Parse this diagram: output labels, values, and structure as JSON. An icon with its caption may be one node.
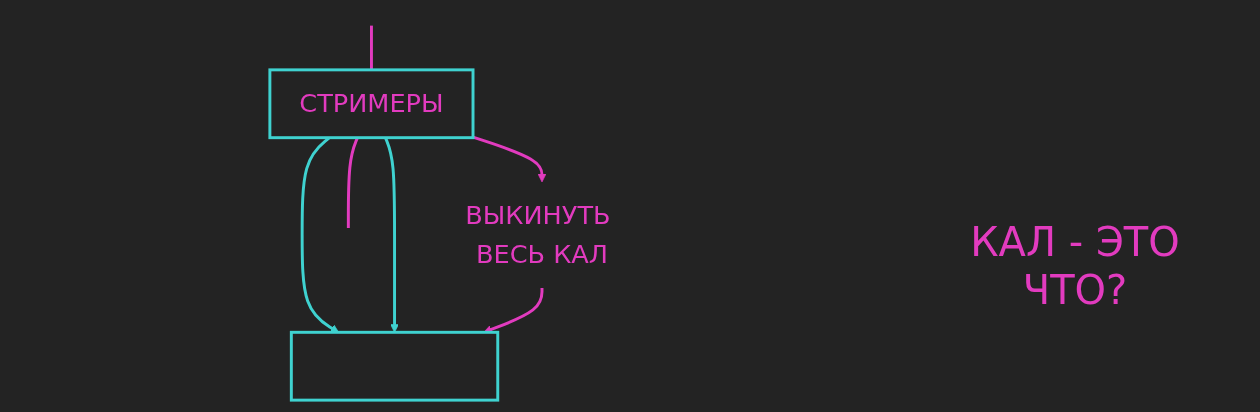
{
  "diagram": {
    "nodes": [
      {
        "text": [
          "СТРИМЕРЫ"
        ]
      },
      {
        "text": [
          "ВЫКИНУТЬ ВЕСЬ КАЛ"
        ]
      },
      {
        "text": [],
        "shape": "box"
      }
    ],
    "edges": [
      {
        "from": null,
        "to": 0,
        "arrow": "none"
      },
      {
        "from": 0,
        "to": null,
        "arrow": "none"
      },
      {
        "from": 0,
        "to": 1,
        "arrow": "to"
      },
      {
        "from": 0,
        "to": 2,
        "arrow": "to",
        "color": "#3fd2d0"
      },
      {
        "from": 0,
        "to": 2,
        "arrow": "to",
        "color": "#3fd2d0"
      },
      {
        "from": 1,
        "to": 2,
        "arrow": "to"
      }
    ],
    "labels": [
      "КАЛ - ЭТО ЧТО?"
    ]
  }
}
